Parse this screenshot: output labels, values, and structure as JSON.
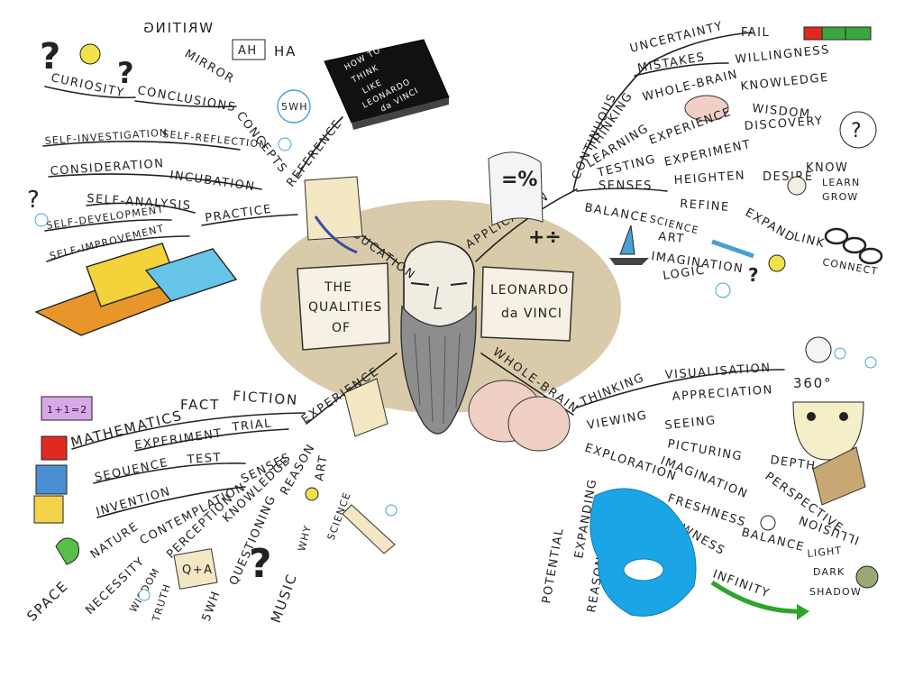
{
  "center": {
    "left_label": [
      "THE",
      "QUALITIES",
      "OF"
    ],
    "right_label": [
      "LEONARDO",
      "da VINCI"
    ]
  },
  "book": {
    "lines": [
      "HOW TO",
      "THINK",
      "LIKE",
      "LEONARDO",
      "da VINCI"
    ]
  },
  "branches": {
    "self_education": "SELF-EDUCATION",
    "application": "APPLICATION",
    "experience": "EXPERIENCE",
    "whole_brain": "WHOLE-BRAIN",
    "reference": "REFERENCE"
  },
  "top_left": {
    "curiosity": "CURIOSITY",
    "writing": "WRITING",
    "mirror": "MIRROR",
    "ah": "AH",
    "ha": "HA",
    "conclusions": "CONCLUSIONS",
    "concepts": "CONCEPTS",
    "five_w_h": "5WH",
    "self_investigation": "SELF-INVESTIGATION",
    "self_reflection": "SELF-REFLECTION",
    "consideration": "CONSIDERATION",
    "incubation": "INCUBATION",
    "self_analysis": "SELF-ANALYSIS",
    "self_development": "SELF-DEVELOPMENT",
    "practice": "PRACTICE",
    "self_improvement": "SELF-IMPROVEMENT"
  },
  "top_right": {
    "continuous": "CONTINUOUS",
    "uncertainty": "UNCERTAINTY",
    "fail": "FAIL",
    "mistakes": "MISTAKES",
    "willingness": "WILLINGNESS",
    "thinking": "THINKING",
    "whole_brain": "WHOLE-BRAIN",
    "knowledge": "KNOWLEDGE",
    "wisdom": "WISDOM",
    "discovery": "DISCOVERY",
    "learning": "LEARNING",
    "experience": "EXPERIENCE",
    "testing": "TESTING",
    "experiment": "EXPERIMENT",
    "senses": "SENSES",
    "heighten": "HEIGHTEN",
    "desire": "DESIRE",
    "know": "KNOW",
    "learn": "LEARN",
    "grow": "GROW",
    "refine": "REFINE",
    "balance": "BALANCE",
    "expand": "EXPAND",
    "link": "LINK",
    "connect": "CONNECT",
    "science": "SCIENCE",
    "art": "ART",
    "imagination": "IMAGINATION",
    "logic": "LOGIC"
  },
  "bottom_left": {
    "mathematics": "MATHEMATICS",
    "fact": "FACT",
    "fiction": "FICTION",
    "experiment": "EXPERIMENT",
    "trial": "TRIAL",
    "sequence": "SEQUENCE",
    "test": "TEST",
    "invention": "INVENTION",
    "senses": "SENSES",
    "contemplation": "CONTEMPLATION",
    "nature": "NATURE",
    "knowledge": "KNOWLEDGE",
    "reason": "REASON",
    "art": "ART",
    "science": "SCIENCE",
    "why": "WHY",
    "questioning": "QUESTIONING",
    "perception": "PERCEPTION",
    "truth": "TRUTH",
    "wisdom": "WISDOM",
    "necessity": "NECESSITY",
    "space": "SPACE",
    "q_a": "Q+A",
    "five_w_h": "5WH",
    "music": "MUSIC",
    "formula": "1+1=2"
  },
  "bottom_right": {
    "thinking": "THINKING",
    "visualisation": "VISUALISATION",
    "appreciation": "APPRECIATION",
    "deg360": "360°",
    "viewing": "VIEWING",
    "seeing": "SEEING",
    "exploration": "EXPLORATION",
    "picturing": "PICTURING",
    "depth": "DEPTH",
    "imagination": "IMAGINATION",
    "perspective": "PERSPECTIVE",
    "illusion": "ILLUSION",
    "freshness": "FRESHNESS",
    "balance": "BALANCE",
    "light": "LIGHT",
    "dark": "DARK",
    "shadow": "SHADOW",
    "newness": "NEWNESS",
    "infinity": "INFINITY",
    "expanding": "EXPANDING",
    "potential": "POTENTIAL",
    "reason": "REASON"
  },
  "colors": {
    "center_ellipse": "#d9cbaa",
    "book_black": "#111111",
    "book_yellow": "#f3d23a",
    "book_cyan": "#66c4e8",
    "book_orange": "#e8952a",
    "lake": "#1aa6e6",
    "question_red": "#e02a20",
    "brain_pink": "#f0cfc4",
    "arrow_green": "#2ca52c",
    "cube_purple": "#d9a8e8",
    "cube_blue": "#4a8fd4",
    "cube_yellow": "#f2d34a"
  }
}
